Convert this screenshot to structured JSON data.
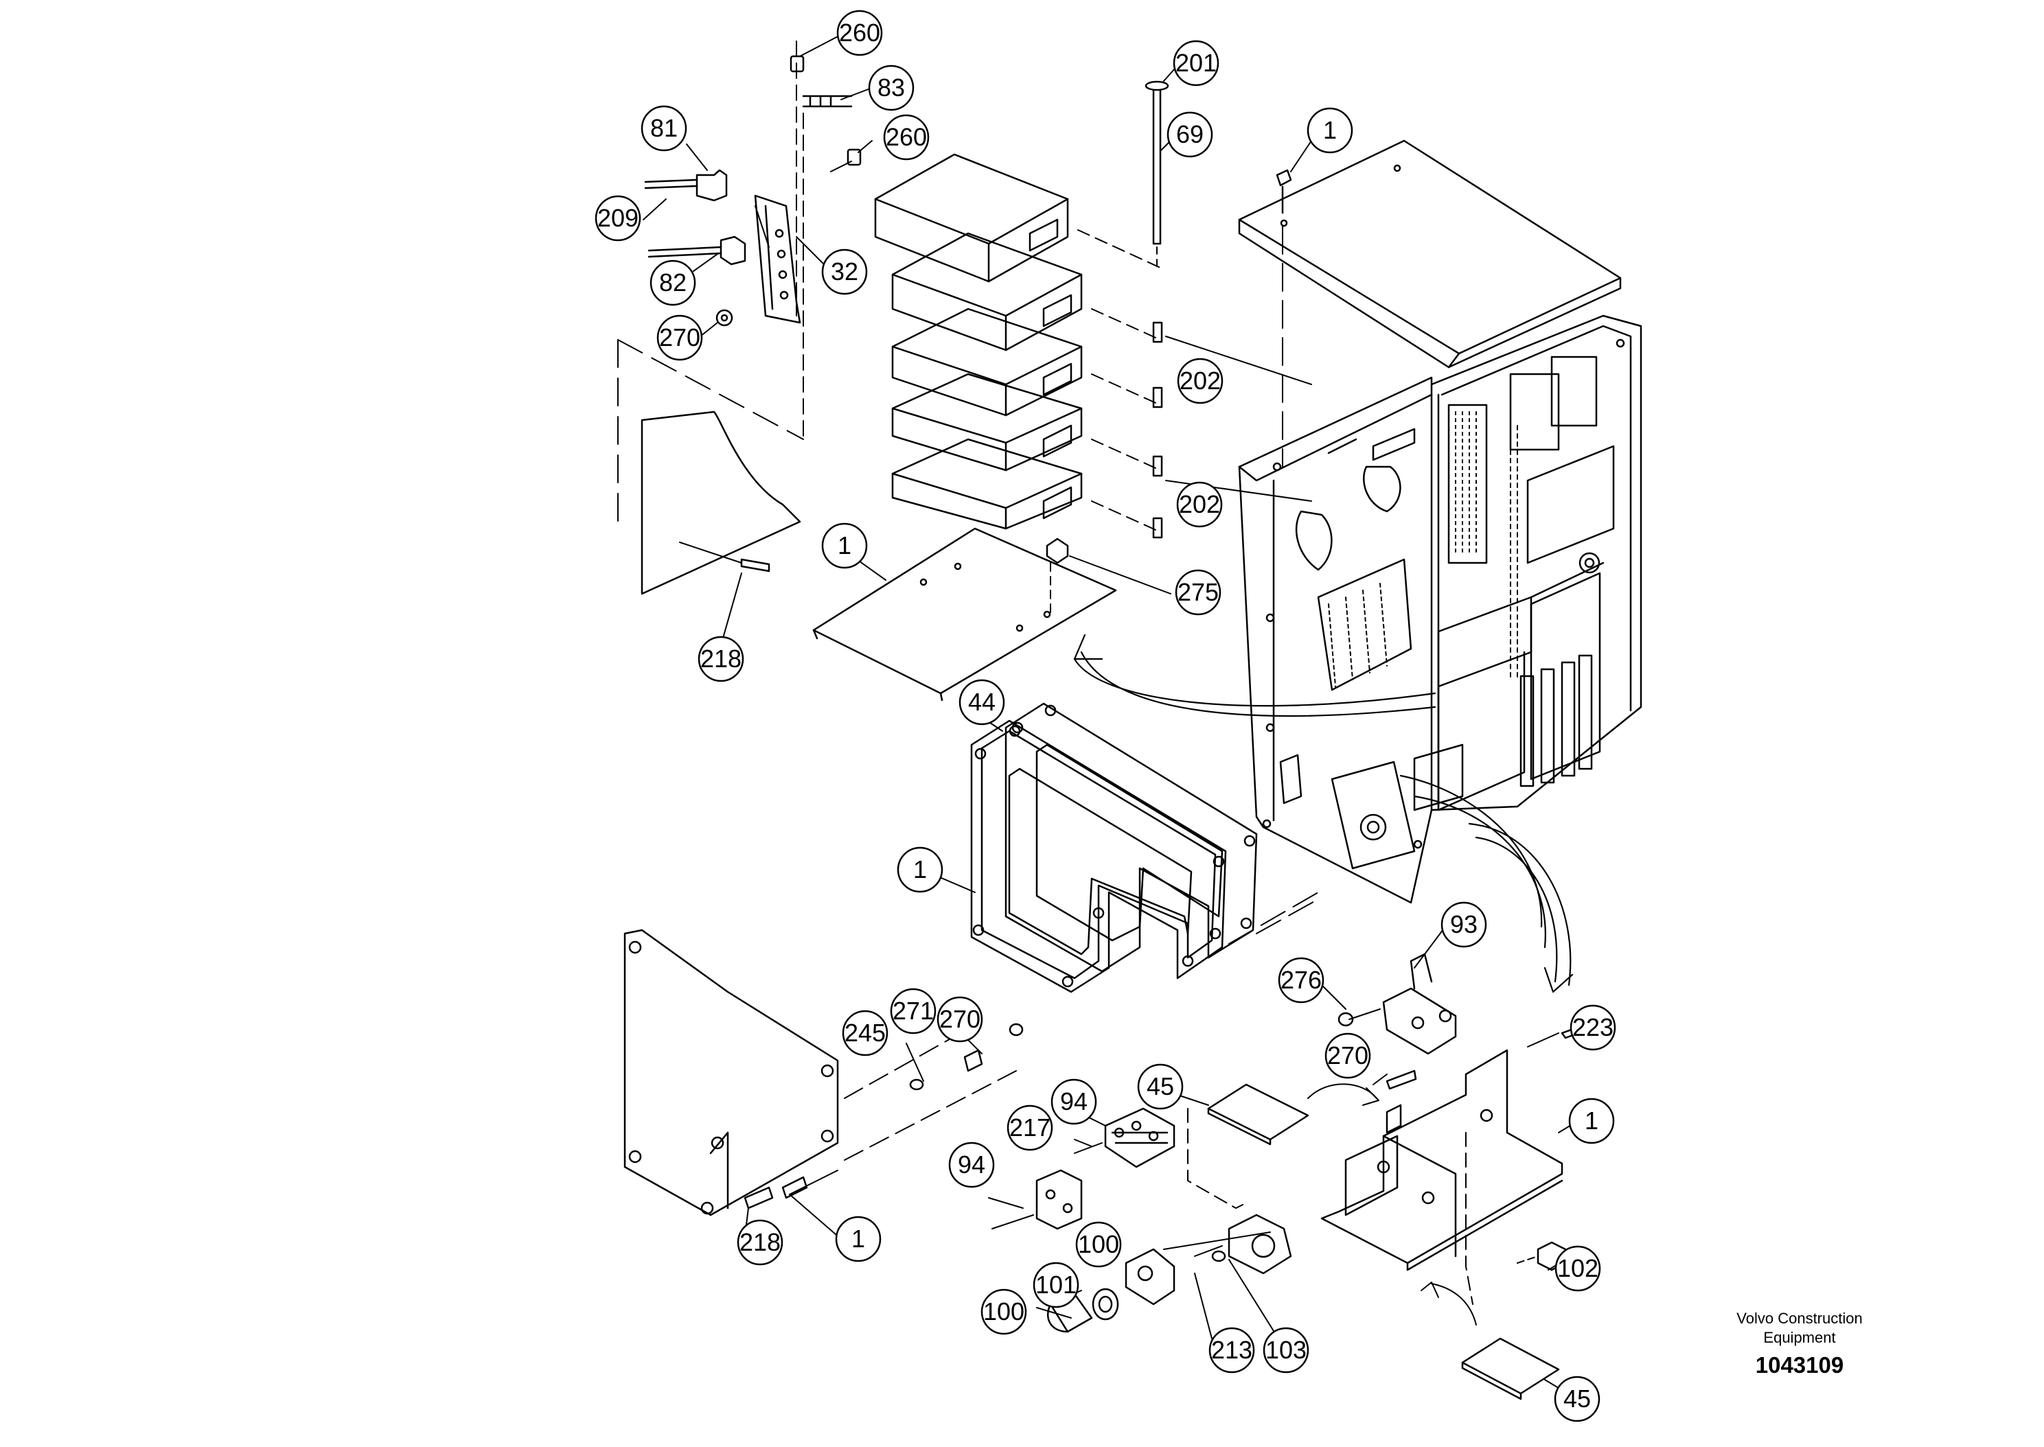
{
  "callouts": [
    {
      "id": "260a",
      "text": "260"
    },
    {
      "id": "83",
      "text": "83"
    },
    {
      "id": "81",
      "text": "81"
    },
    {
      "id": "260b",
      "text": "260"
    },
    {
      "id": "209",
      "text": "209"
    },
    {
      "id": "32",
      "text": "32"
    },
    {
      "id": "82",
      "text": "82"
    },
    {
      "id": "270a",
      "text": "270"
    },
    {
      "id": "201",
      "text": "201"
    },
    {
      "id": "69",
      "text": "69"
    },
    {
      "id": "1a",
      "text": "1"
    },
    {
      "id": "202a",
      "text": "202"
    },
    {
      "id": "202b",
      "text": "202"
    },
    {
      "id": "1b",
      "text": "1"
    },
    {
      "id": "275",
      "text": "275"
    },
    {
      "id": "218a",
      "text": "218"
    },
    {
      "id": "44",
      "text": "44"
    },
    {
      "id": "1c",
      "text": "1"
    },
    {
      "id": "93",
      "text": "93"
    },
    {
      "id": "276",
      "text": "276"
    },
    {
      "id": "270b",
      "text": "270"
    },
    {
      "id": "271",
      "text": "271"
    },
    {
      "id": "245",
      "text": "245"
    },
    {
      "id": "45a",
      "text": "45"
    },
    {
      "id": "270c",
      "text": "270"
    },
    {
      "id": "223",
      "text": "223"
    },
    {
      "id": "94a",
      "text": "94"
    },
    {
      "id": "217",
      "text": "217"
    },
    {
      "id": "1d",
      "text": "1"
    },
    {
      "id": "94b",
      "text": "94"
    },
    {
      "id": "218b",
      "text": "218"
    },
    {
      "id": "1e",
      "text": "1"
    },
    {
      "id": "100a",
      "text": "100"
    },
    {
      "id": "101",
      "text": "101"
    },
    {
      "id": "102",
      "text": "102"
    },
    {
      "id": "100b",
      "text": "100"
    },
    {
      "id": "213",
      "text": "213"
    },
    {
      "id": "103",
      "text": "103"
    },
    {
      "id": "45b",
      "text": "45"
    }
  ],
  "caption": {
    "line1": "Volvo Construction",
    "line2": "Equipment",
    "doc_number": "1043109"
  }
}
